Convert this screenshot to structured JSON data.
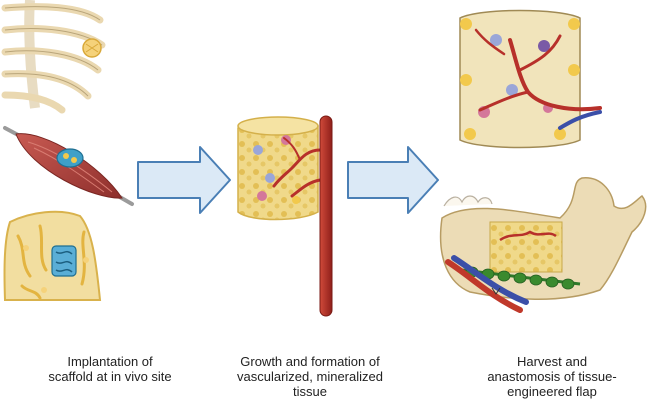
{
  "colors": {
    "bone": "#f2e4c2",
    "bone_outline": "#c9b27a",
    "marrow_yellow": "#f2c94c",
    "muscle": "#b84a45",
    "artery": "#c0392b",
    "vein": "#3b4fa8",
    "arrow_fill": "#dbe9f6",
    "arrow_stroke": "#4a7fb5",
    "suture": "#3a8a2e"
  },
  "captions": {
    "step1": {
      "lines": [
        "Implantation of",
        "scaffold at in vivo site"
      ]
    },
    "step2": {
      "lines": [
        "Growth and formation of",
        "vascularized, mineralized",
        "tissue"
      ]
    },
    "step3": {
      "lines": [
        "Harvest and",
        "anastomosis of tissue-",
        "engineered flap"
      ]
    }
  },
  "icons": [
    "ribcage-icon",
    "muscle-icon",
    "bone-tissue-icon",
    "arrow-right-icon",
    "scaffold-cylinder-icon",
    "mandible-icon"
  ]
}
